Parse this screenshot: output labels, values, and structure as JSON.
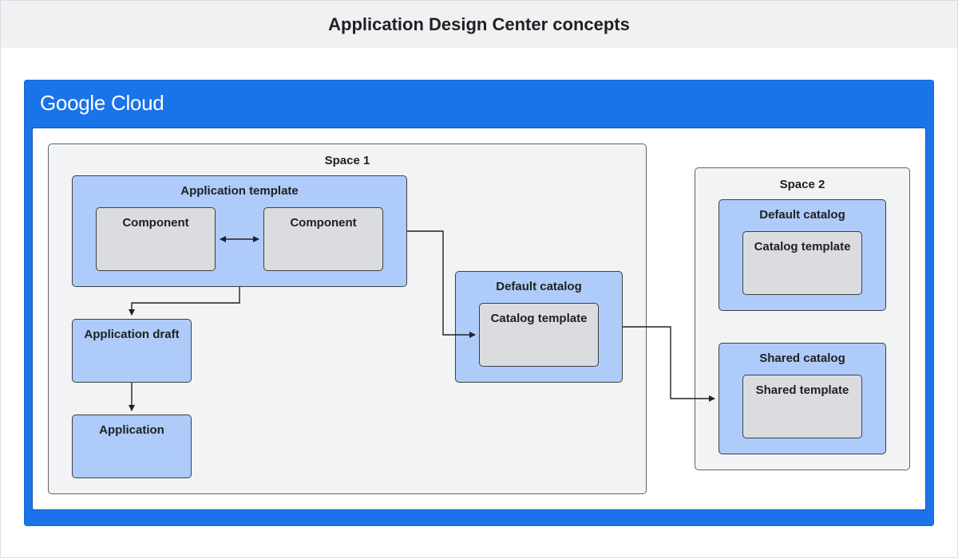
{
  "title": "Application Design Center concepts",
  "logo": "Google Cloud",
  "space1": {
    "label": "Space 1",
    "app_template": {
      "label": "Application template",
      "component_a": "Component",
      "component_b": "Component"
    },
    "app_draft": "Application draft",
    "application": "Application",
    "default_catalog": {
      "label": "Default catalog",
      "catalog_template": "Catalog template"
    }
  },
  "space2": {
    "label": "Space 2",
    "default_catalog": {
      "label": "Default catalog",
      "catalog_template": "Catalog template"
    },
    "shared_catalog": {
      "label": "Shared catalog",
      "shared_template": "Shared template"
    }
  },
  "colors": {
    "title_bar": "#eff1f2",
    "google_cloud_blue": "#1a73e8",
    "space_fill": "#f1f3f4",
    "container_blue": "#aecbfa",
    "item_gray": "#dadce0",
    "stroke": "#3c4043"
  }
}
